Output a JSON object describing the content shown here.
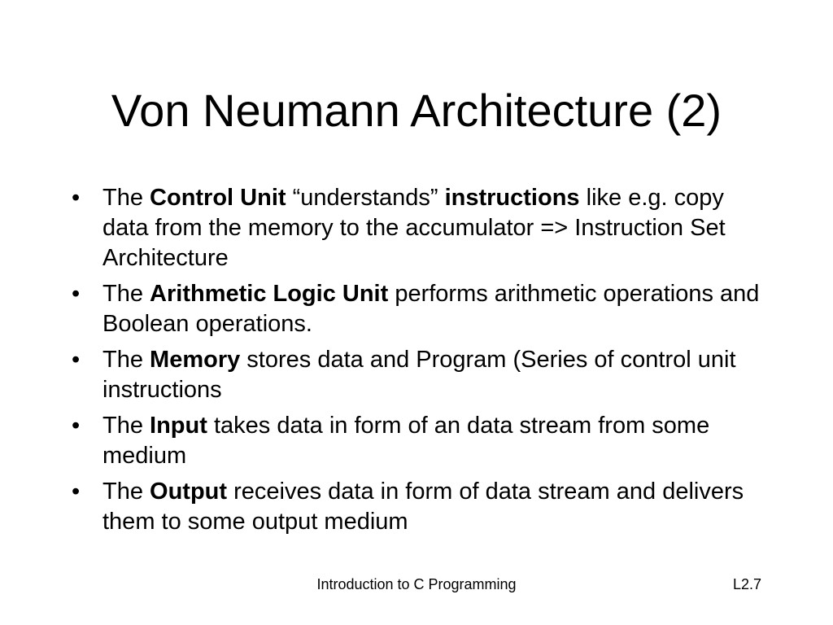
{
  "slide": {
    "title": "Von Neumann Architecture (2)",
    "bullet_symbol": "•",
    "bullets": [
      {
        "prefix": "The ",
        "term": "Control Unit",
        "middle": " “understands” ",
        "term2": "instructions",
        "suffix": " like e.g. copy data from the memory to the accumulator => Instruction Set Architecture"
      },
      {
        "prefix": "The ",
        "term": "Arithmetic Logic Unit",
        "suffix": " performs arithmetic operations and Boolean operations."
      },
      {
        "prefix": "The ",
        "term": "Memory",
        "suffix": " stores data and Program (Series of control unit instructions"
      },
      {
        "prefix": "The ",
        "term": "Input",
        "suffix": " takes data in form of an data stream from some medium"
      },
      {
        "prefix": "The ",
        "term": "Output",
        "suffix": " receives data in form of data stream and delivers them to some output medium"
      }
    ],
    "footer": {
      "center": "Introduction to C Programming",
      "right": "L2.7"
    }
  }
}
